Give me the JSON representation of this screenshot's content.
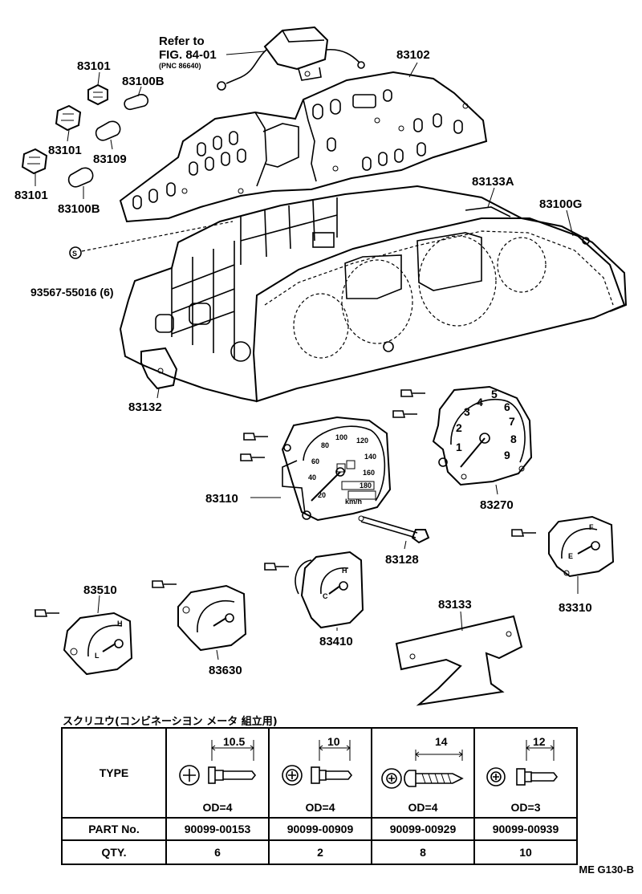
{
  "callouts": {
    "refer_line1": "Refer to",
    "refer_line2": "FIG. 84-01",
    "refer_pnc": "(PNC 86640)",
    "p83101a": "83101",
    "p83100b_a": "83100B",
    "p83101b": "83101",
    "p83109": "83109",
    "p83101c": "83101",
    "p83100b_b": "83100B",
    "p83102": "83102",
    "p83133a": "83133A",
    "p83100g": "83100G",
    "clip_symbol": "S",
    "p93567": "93567-55016 (6)",
    "p83132": "83132",
    "p83110": "83110",
    "p83270": "83270",
    "p83128": "83128",
    "p83310": "83310",
    "p83510": "83510",
    "p83630": "83630",
    "p83410": "83410",
    "p83133": "83133"
  },
  "gauge_marks": {
    "speedo": [
      "20",
      "40",
      "60",
      "80",
      "100",
      "120",
      "140",
      "160",
      "180",
      "km/h"
    ],
    "tacho": [
      "1",
      "2",
      "3",
      "4",
      "5",
      "6",
      "7",
      "8",
      "9"
    ],
    "fuel": [
      "F",
      "E"
    ],
    "temp": [
      "H",
      "C"
    ],
    "volt": [
      "H",
      "L"
    ]
  },
  "screw_table": {
    "caption": "スクリユウ(コンビネーシヨン メータ 組立用)",
    "type_header": "TYPE",
    "part_header": "PART No.",
    "qty_header": "QTY.",
    "columns": [
      {
        "dimension": "10.5",
        "od": "OD=4",
        "part_no": "90099-00153",
        "qty": "6",
        "head": "cross"
      },
      {
        "dimension": "10",
        "od": "OD=4",
        "part_no": "90099-00909",
        "qty": "2",
        "head": "cross-washer"
      },
      {
        "dimension": "14",
        "od": "OD=4",
        "part_no": "90099-00929",
        "qty": "8",
        "head": "tapping"
      },
      {
        "dimension": "12",
        "od": "OD=3",
        "part_no": "90099-00939",
        "qty": "10",
        "head": "cross-washer"
      }
    ]
  },
  "figure_code": "ME G130-B"
}
